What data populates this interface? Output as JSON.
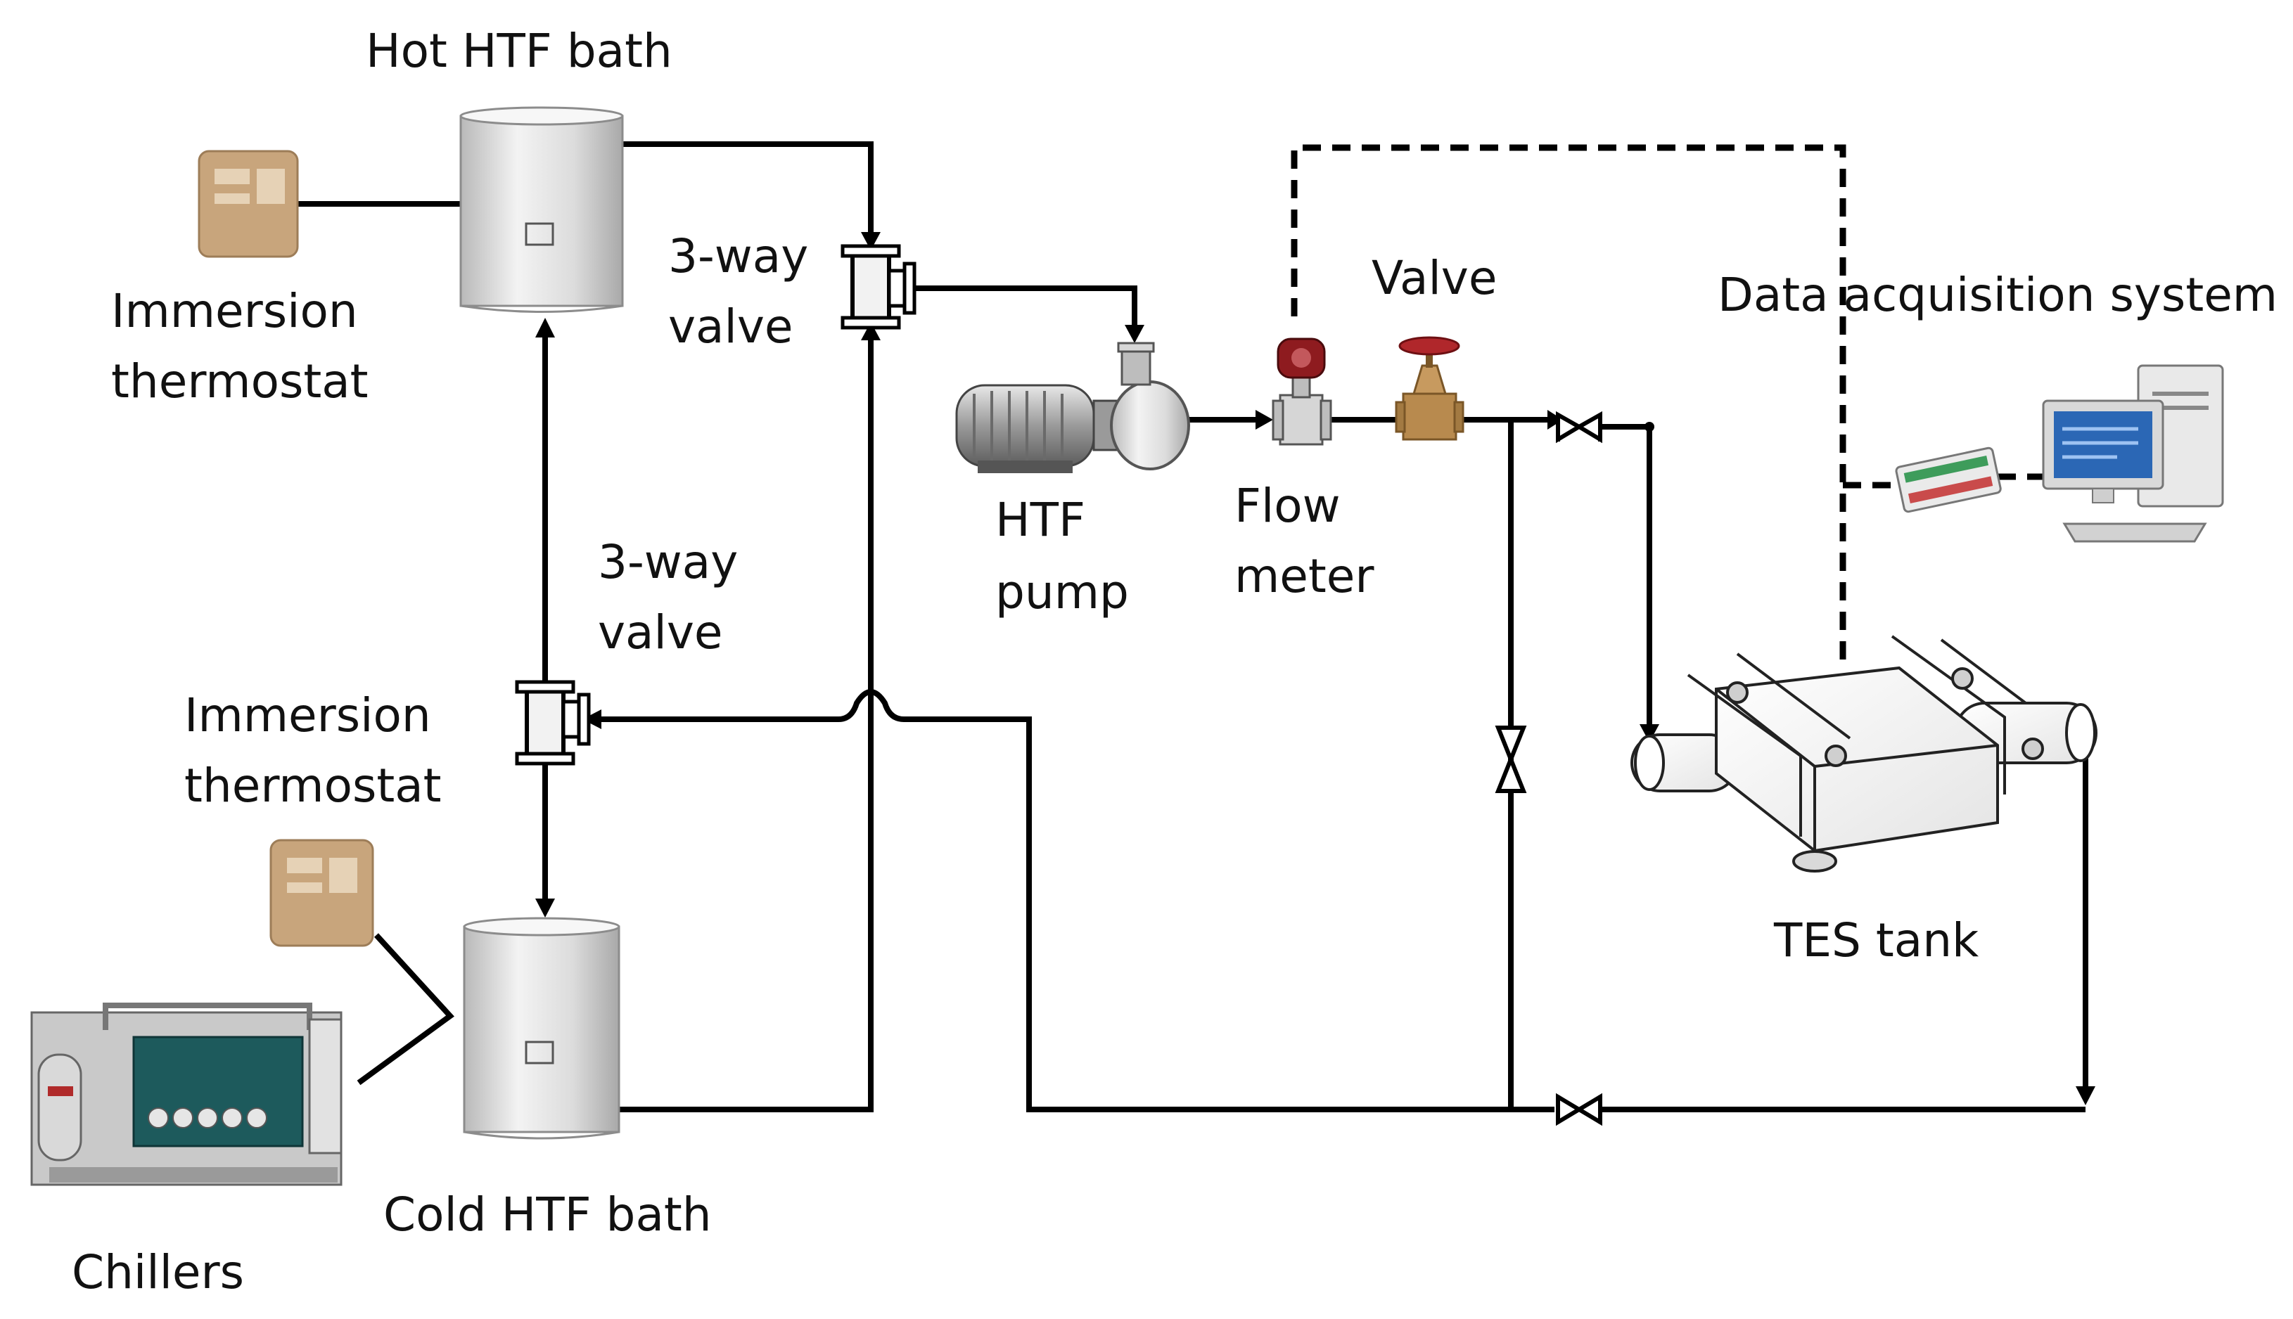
{
  "labels": {
    "hot_bath": "Hot HTF bath",
    "cold_bath": "Cold HTF bath",
    "thermostat_top_line1": "Immersion",
    "thermostat_top_line2": "thermostat",
    "thermostat_bottom_line1": "Immersion",
    "thermostat_bottom_line2": "thermostat",
    "valve3_top_line1": "3-way",
    "valve3_top_line2": "valve",
    "valve3_bottom_line1": "3-way",
    "valve3_bottom_line2": "valve",
    "pump_line1": "HTF",
    "pump_line2": "pump",
    "flowmeter_line1": "Flow",
    "flowmeter_line2": "meter",
    "valve": "Valve",
    "daq": "Data acquisition system",
    "tes_tank": "TES tank",
    "chillers": "Chillers"
  },
  "colors": {
    "pipe": "#000000",
    "bath_body": "#e2e2e2",
    "thermostat": "#c8a57c",
    "flowmeter": "#8e1b1f",
    "valve_bronze": "#b88a4e",
    "chiller_teal": "#1d5a5c"
  }
}
